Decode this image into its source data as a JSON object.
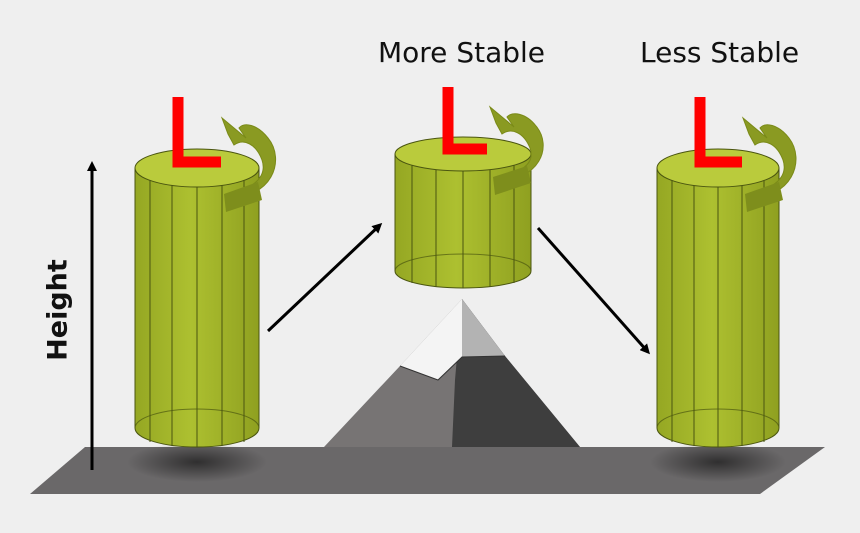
{
  "labels": {
    "more_stable": "More Stable",
    "less_stable": "Less Stable",
    "height_axis": "Height",
    "angular_momentum_symbol": "L"
  },
  "columns": [
    {
      "id": "left",
      "state": "over-flat-ground"
    },
    {
      "id": "middle",
      "state": "over-mountain",
      "caption": "More Stable"
    },
    {
      "id": "right",
      "state": "after-mountain",
      "caption": "Less Stable"
    }
  ],
  "colors": {
    "background": "#efefef",
    "column_fill": "#a5b82b",
    "column_top": "#bacb3c",
    "column_line": "#4a5510",
    "arrow_green": "#8a9a22",
    "angular_momentum": "#ff0000",
    "ground": "#6a6869",
    "mountain_light": "#777474",
    "mountain_dark": "#3e3e3e",
    "snow_light": "#f4f4f4",
    "snow_gray": "#b3b3b3"
  },
  "icons": [
    "rotation-arrow-icon",
    "height-axis-arrow-icon",
    "transition-arrow-icon"
  ]
}
